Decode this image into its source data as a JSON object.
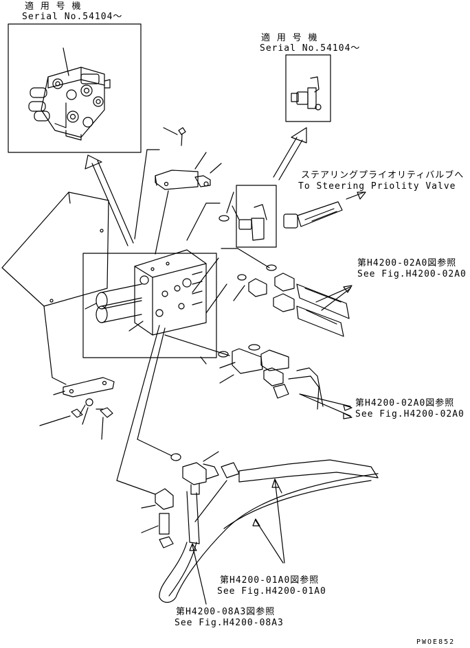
{
  "inset_top_left": {
    "applicable_jp": "適 用 号 機",
    "serial": "Serial No.54104～"
  },
  "inset_top_right": {
    "applicable_jp": "適 用 号 機",
    "serial": "Serial No.54104～"
  },
  "steering_note": {
    "jp": "ステアリングプライオリティバルブへ",
    "en": "To Steering Priolity Valve"
  },
  "ref_02a0_upper": {
    "jp": "第H4200-02A0図参照",
    "en": "See Fig.H4200-02A0"
  },
  "ref_02a0_lower": {
    "jp": "第H4200-02A0図参照",
    "en": "See Fig.H4200-02A0"
  },
  "ref_01a0": {
    "jp": "第H4200-01A0図参照",
    "en": "See Fig.H4200-01A0"
  },
  "ref_08a3": {
    "jp": "第H4200-08A3図参照",
    "en": "See Fig.H4200-08A3"
  },
  "drawing_code": "PWOE852"
}
